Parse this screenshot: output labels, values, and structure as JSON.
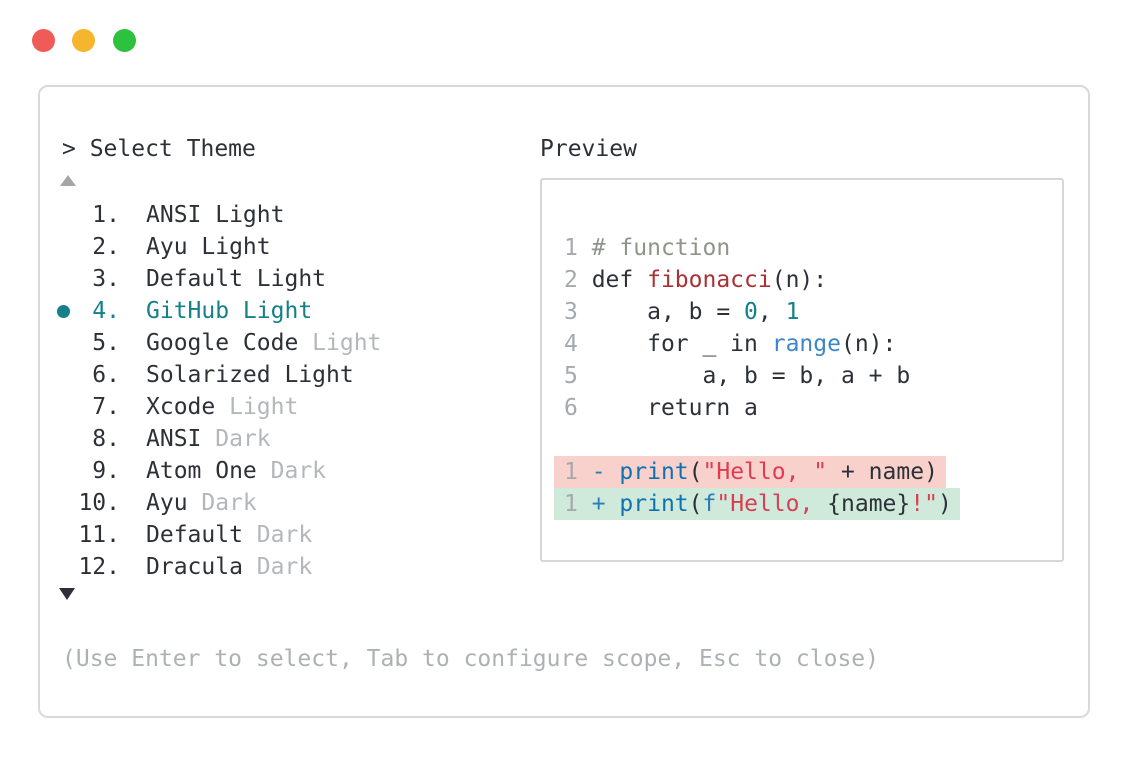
{
  "colors": {
    "accent_teal": "#15808a",
    "text_dark": "#2d3137",
    "text_dim": "#b4b7b9",
    "footer_gray": "#aeb1b3",
    "line_number_gray": "#a6a9ac",
    "comment_olive": "#90958a",
    "function_red": "#a93134",
    "number_teal": "#137f8a",
    "range_blue": "#3c86c8",
    "print_blue": "#0f72b0",
    "string_pink": "#dd3d52",
    "diff_op_blue": "#2b7cb9",
    "removed_bg": "#f8d0cc",
    "added_bg": "#cfeadb",
    "border_gray": "#d9d9d9",
    "traffic_red": "#f15b57",
    "traffic_yellow": "#f5b52c",
    "traffic_green": "#2dc23e"
  },
  "theme_selector": {
    "title": "> Select Theme",
    "footer": "(Use Enter to select, Tab to configure scope, Esc to close)",
    "items": [
      {
        "number": "1.",
        "selected": false,
        "parts": [
          {
            "text": "ANSI Light",
            "style": "normal"
          }
        ]
      },
      {
        "number": "2.",
        "selected": false,
        "parts": [
          {
            "text": "Ayu Light",
            "style": "normal"
          }
        ]
      },
      {
        "number": "3.",
        "selected": false,
        "parts": [
          {
            "text": "Default Light",
            "style": "normal"
          }
        ]
      },
      {
        "number": "4.",
        "selected": true,
        "parts": [
          {
            "text": "GitHub Light",
            "style": "normal"
          }
        ]
      },
      {
        "number": "5.",
        "selected": false,
        "parts": [
          {
            "text": "Google Code ",
            "style": "normal"
          },
          {
            "text": "Light",
            "style": "dim"
          }
        ]
      },
      {
        "number": "6.",
        "selected": false,
        "parts": [
          {
            "text": "Solarized Light",
            "style": "normal"
          }
        ]
      },
      {
        "number": "7.",
        "selected": false,
        "parts": [
          {
            "text": "Xcode ",
            "style": "normal"
          },
          {
            "text": "Light",
            "style": "dim"
          }
        ]
      },
      {
        "number": "8.",
        "selected": false,
        "parts": [
          {
            "text": "ANSI ",
            "style": "normal"
          },
          {
            "text": "Dark",
            "style": "dim"
          }
        ]
      },
      {
        "number": "9.",
        "selected": false,
        "parts": [
          {
            "text": "Atom One ",
            "style": "normal"
          },
          {
            "text": "Dark",
            "style": "dim"
          }
        ]
      },
      {
        "number": "10.",
        "selected": false,
        "parts": [
          {
            "text": "Ayu ",
            "style": "normal"
          },
          {
            "text": "Dark",
            "style": "dim"
          }
        ]
      },
      {
        "number": "11.",
        "selected": false,
        "parts": [
          {
            "text": "Default ",
            "style": "normal"
          },
          {
            "text": "Dark",
            "style": "dim"
          }
        ]
      },
      {
        "number": "12.",
        "selected": false,
        "parts": [
          {
            "text": "Dracula ",
            "style": "normal"
          },
          {
            "text": "Dark",
            "style": "dim"
          }
        ]
      }
    ]
  },
  "preview": {
    "title": "Preview",
    "code_lines": [
      {
        "ln": "1",
        "tokens": [
          {
            "t": "# function",
            "c": "comment"
          }
        ]
      },
      {
        "ln": "2",
        "tokens": [
          {
            "t": "def ",
            "c": "plain"
          },
          {
            "t": "fibonacci",
            "c": "function"
          },
          {
            "t": "(n):",
            "c": "plain"
          }
        ]
      },
      {
        "ln": "3",
        "tokens": [
          {
            "t": "    a, b = ",
            "c": "plain"
          },
          {
            "t": "0",
            "c": "number"
          },
          {
            "t": ", ",
            "c": "plain"
          },
          {
            "t": "1",
            "c": "number"
          }
        ]
      },
      {
        "ln": "4",
        "tokens": [
          {
            "t": "    for _ in ",
            "c": "plain"
          },
          {
            "t": "range",
            "c": "builtin"
          },
          {
            "t": "(n):",
            "c": "plain"
          }
        ]
      },
      {
        "ln": "5",
        "tokens": [
          {
            "t": "        a, b = b, a + b",
            "c": "plain"
          }
        ]
      },
      {
        "ln": "6",
        "tokens": [
          {
            "t": "    return a",
            "c": "plain"
          }
        ]
      },
      {
        "blank": true
      },
      {
        "ln": "1",
        "diff": "removed",
        "tokens": [
          {
            "t": "- ",
            "c": "diffop"
          },
          {
            "t": "print",
            "c": "call"
          },
          {
            "t": "(",
            "c": "plain"
          },
          {
            "t": "\"Hello, \"",
            "c": "string"
          },
          {
            "t": " + name)",
            "c": "plain"
          }
        ]
      },
      {
        "ln": "1",
        "diff": "added",
        "tokens": [
          {
            "t": "+ ",
            "c": "diffop"
          },
          {
            "t": "print",
            "c": "call"
          },
          {
            "t": "(",
            "c": "plain"
          },
          {
            "t": "f",
            "c": "diffop"
          },
          {
            "t": "\"Hello, ",
            "c": "string"
          },
          {
            "t": "{name}",
            "c": "plain"
          },
          {
            "t": "!\"",
            "c": "string"
          },
          {
            "t": ")",
            "c": "plain"
          }
        ]
      }
    ]
  }
}
